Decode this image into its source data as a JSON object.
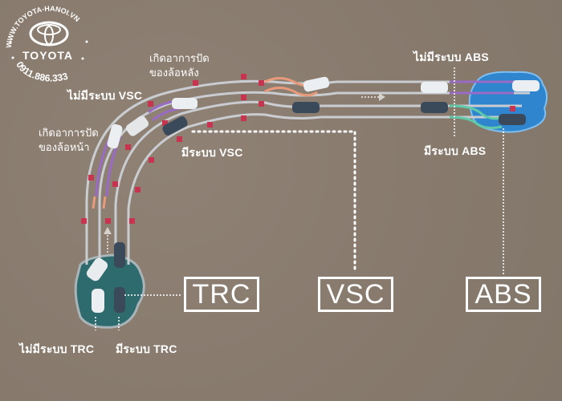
{
  "logo": {
    "website": "WWW.TOYOTA-HANOI.VN",
    "brand": "TOYOTA",
    "phone": "0911.886.333"
  },
  "labels": {
    "vsc_off": "ไม่มีระบบ VSC",
    "vsc_on": "มีระบบ VSC",
    "rear_skid_line1": "เกิดอาการปัด",
    "rear_skid_line2": "ของล้อหลัง",
    "front_skid_line1": "เกิดอาการปัด",
    "front_skid_line2": "ของล้อหน้า",
    "abs_off": "ไม่มีระบบ ABS",
    "abs_on": "มีระบบ ABS",
    "trc_off": "ไม่มีระบบ TRC",
    "trc_on": "มีระบบ TRC"
  },
  "boxes": {
    "trc": "TRC",
    "vsc": "VSC",
    "abs": "ABS"
  },
  "colors": {
    "background": "#877a6d",
    "road_line": "#c9ccd0",
    "marker": "#c8334f",
    "purple_skid": "#9a6bc4",
    "orange_skid": "#e89a7a",
    "green_track": "#5fc9a8",
    "water_blue": "#2f86cf",
    "teal_puddle": "#2e6b6e",
    "text": "#ffffff"
  }
}
